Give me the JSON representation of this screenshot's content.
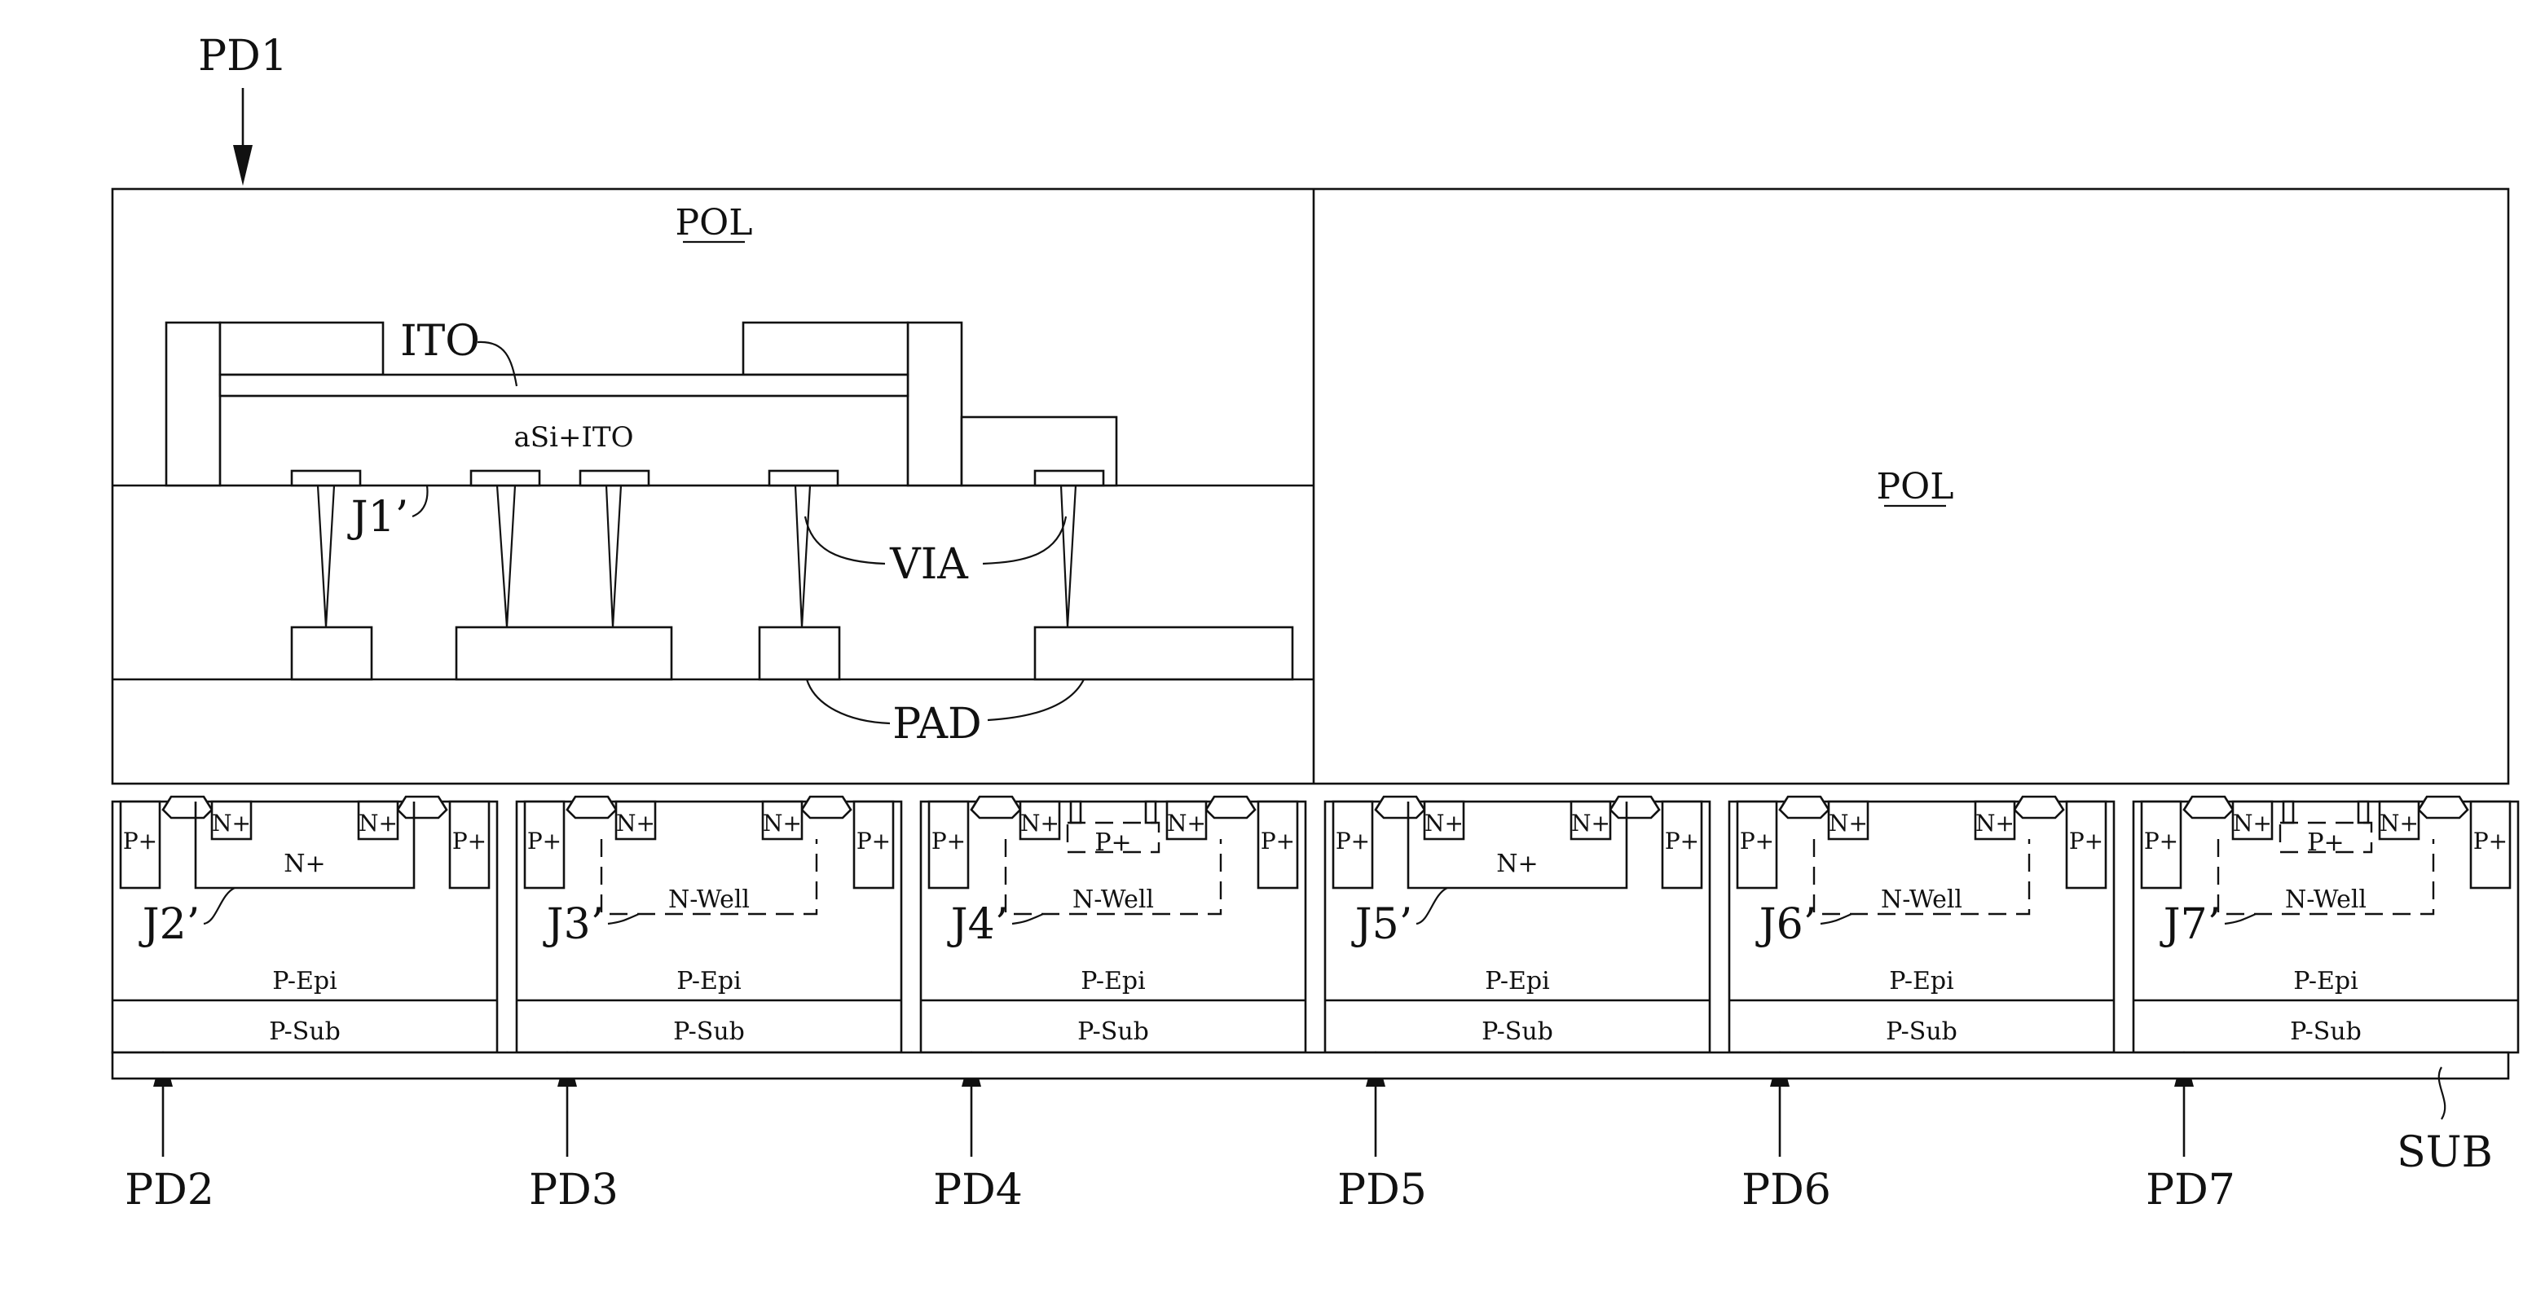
{
  "diagram": {
    "top_label": "PD1",
    "pol_left": "POL",
    "pol_right": "POL",
    "ito_label": "ITO",
    "asi_label": "aSi+ITO",
    "j1_label": "J1’",
    "via_label": "VIA",
    "pad_label": "PAD",
    "sub_label": "SUB",
    "cells": [
      {
        "pd": "PD2",
        "j": "J2’",
        "type": "n",
        "core": "N+",
        "p_left": "P+",
        "p_right": "P+",
        "n_left": "N+",
        "n_right": "N+",
        "epi": "P-Epi",
        "sub": "P-Sub"
      },
      {
        "pd": "PD3",
        "j": "J3’",
        "type": "well",
        "core": "N-Well",
        "p_left": "P+",
        "p_right": "P+",
        "n_left": "N+",
        "n_right": "N+",
        "epi": "P-Epi",
        "sub": "P-Sub"
      },
      {
        "pd": "PD4",
        "j": "J4’",
        "type": "wellp",
        "core": "N-Well",
        "inner": "P+",
        "p_left": "P+",
        "p_right": "P+",
        "n_left": "N+",
        "n_right": "N+",
        "epi": "P-Epi",
        "sub": "P-Sub"
      },
      {
        "pd": "PD5",
        "j": "J5’",
        "type": "n",
        "core": "N+",
        "p_left": "P+",
        "p_right": "P+",
        "n_left": "N+",
        "n_right": "N+",
        "epi": "P-Epi",
        "sub": "P-Sub"
      },
      {
        "pd": "PD6",
        "j": "J6’",
        "type": "well",
        "core": "N-Well",
        "p_left": "P+",
        "p_right": "P+",
        "n_left": "N+",
        "n_right": "N+",
        "epi": "P-Epi",
        "sub": "P-Sub"
      },
      {
        "pd": "PD7",
        "j": "J7’",
        "type": "wellp",
        "core": "N-Well",
        "inner": "P+",
        "p_left": "P+",
        "p_right": "P+",
        "n_left": "N+",
        "n_right": "N+",
        "epi": "P-Epi",
        "sub": "P-Sub"
      }
    ]
  }
}
